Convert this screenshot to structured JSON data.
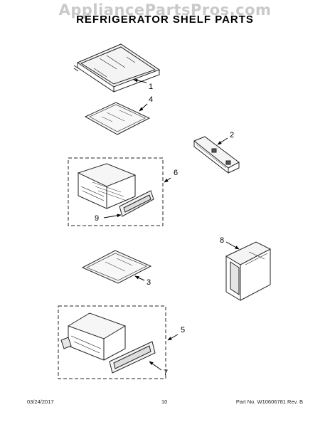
{
  "watermark": "AppliancePartsPros.com",
  "title": "REFRIGERATOR SHELF PARTS",
  "callouts": {
    "c1": "1",
    "c2": "2",
    "c3": "3",
    "c4": "4",
    "c5": "5",
    "c6": "6",
    "c7": "7",
    "c8": "8",
    "c9": "9"
  },
  "footer": {
    "date": "03/24/2017",
    "page": "10",
    "part": "Part No. W10606781  Rev. B"
  }
}
